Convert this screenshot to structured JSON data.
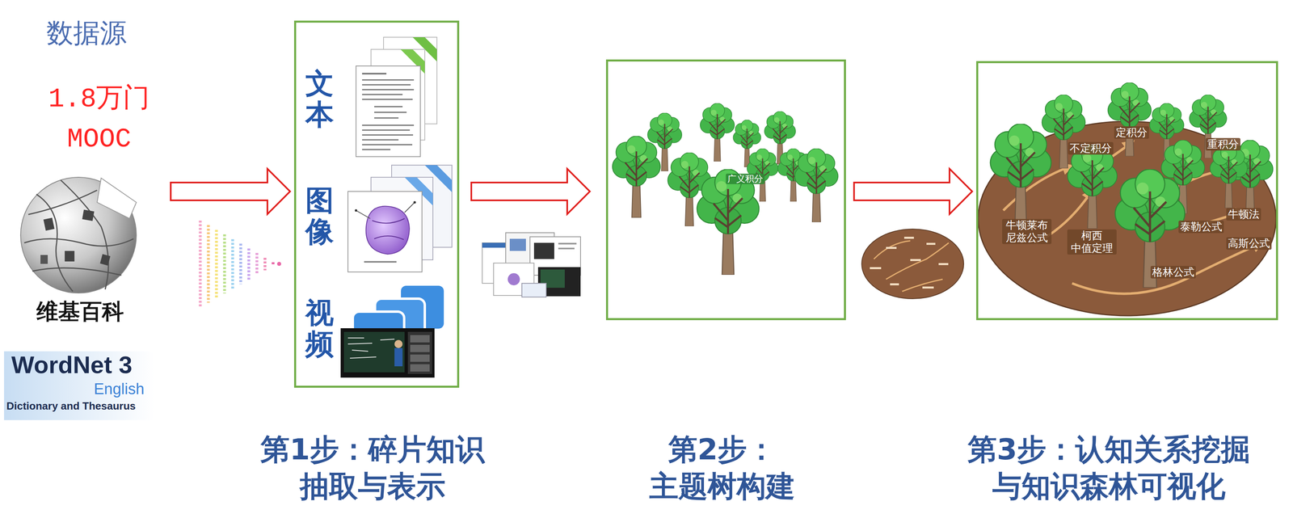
{
  "diagram": {
    "nodes": [
      {
        "text": [
          "文本",
          "图像",
          "视频"
        ]
      },
      {
        "text": [
          "广义积分"
        ]
      },
      {
        "text": [
          "不定积分",
          "定积分",
          "重积分",
          "牛顿莱布 尼兹公式",
          "柯西 中值定理",
          "泰勒公式",
          "牛顿法",
          "高斯公式",
          "格林公式"
        ]
      }
    ],
    "edges": [
      {
        "from": 0,
        "to": 1,
        "arrow": "to"
      },
      {
        "from": 1,
        "to": 2,
        "arrow": "to"
      }
    ],
    "labels": [
      "数据源",
      "1.8万门 MOOC",
      "维基百科",
      "WordNet 3",
      "English",
      "Dictionary and Thesaurus",
      "第1步：碎片知识 抽取与表示",
      "第2步： 主题树构建",
      "第3步：认知关系挖掘 与知识森林可视化"
    ]
  }
}
